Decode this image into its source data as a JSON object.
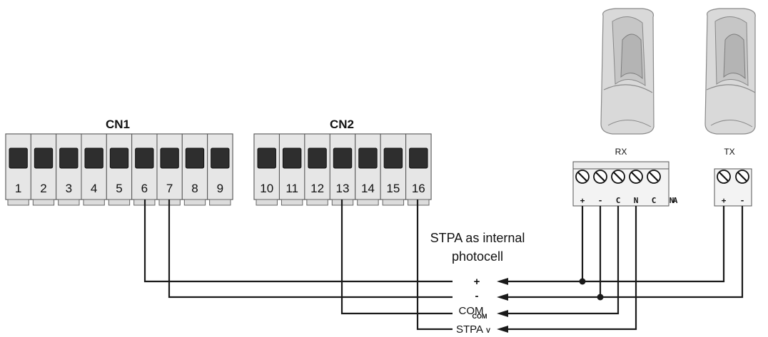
{
  "cn1": {
    "title": "CN1",
    "terminals": [
      "1",
      "2",
      "3",
      "4",
      "5",
      "6",
      "7",
      "8",
      "9"
    ]
  },
  "cn2": {
    "title": "CN2",
    "terminals": [
      "10",
      "11",
      "12",
      "13",
      "14",
      "15",
      "16"
    ]
  },
  "rx": {
    "title": "RX",
    "terminals": [
      "+",
      "-",
      "C",
      "N",
      "C",
      "N"
    ],
    "suffix": "A"
  },
  "tx": {
    "title": "TX",
    "terminals": [
      "+",
      "-"
    ]
  },
  "note": {
    "line1": "STPA as internal",
    "line2": "photocell"
  },
  "signals": {
    "plus": "+",
    "minus": "-",
    "com": "COM",
    "com_small": "COM",
    "stpa": "STPA",
    "stpa_small": "V"
  },
  "colors": {
    "wire": "#1a1a1a",
    "terminal_fill": "#e6e6e6",
    "terminal_window": "#2e2e2e",
    "sensor_body": "#d9d9d9"
  }
}
